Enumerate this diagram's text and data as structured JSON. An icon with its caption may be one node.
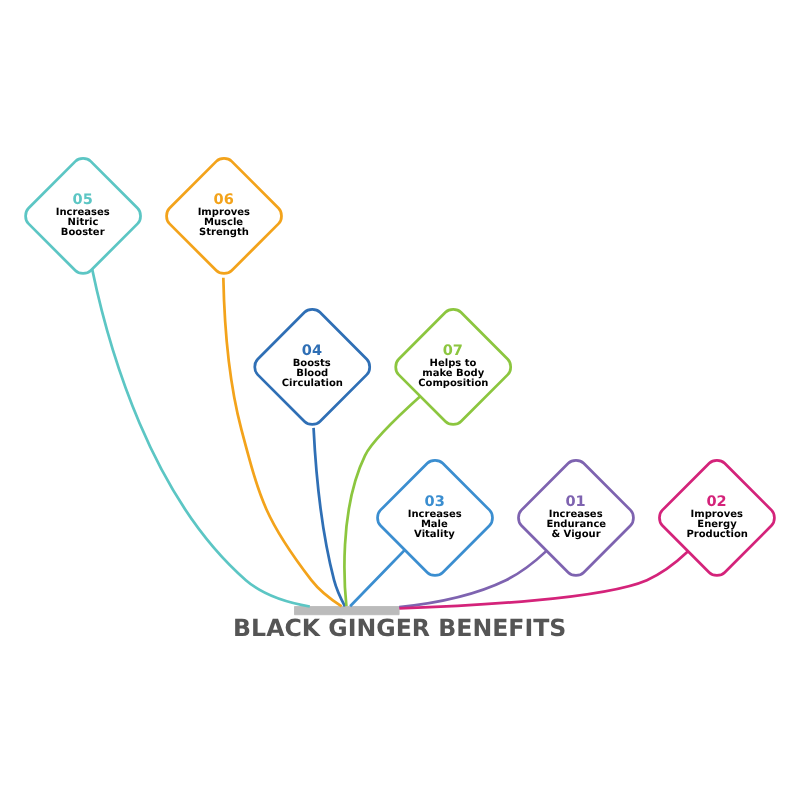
{
  "diagram": {
    "title": "BLACK GINGER BENEFITS",
    "nodes": [
      {
        "text": [
          "05",
          "Increases Nitric Booster"
        ]
      },
      {
        "text": [
          "06",
          "Improves Muscle Strength"
        ]
      },
      {
        "text": [
          "04",
          "Boosts Blood Circulation"
        ]
      },
      {
        "text": [
          "07",
          "Helps to make Body Composition"
        ]
      },
      {
        "text": [
          "03",
          "Increases Male Vitality"
        ]
      },
      {
        "text": [
          "01",
          "Increases Endurance & Vigour"
        ]
      },
      {
        "text": [
          "02",
          "Improves Energy Production"
        ]
      },
      {
        "text": [],
        "shape": "bar"
      }
    ],
    "edges": [
      {
        "from": 7,
        "to": 0,
        "arrow": "none",
        "color": "#5cc6c4"
      },
      {
        "from": 7,
        "to": 1,
        "arrow": "none",
        "color": "#f3a31b"
      },
      {
        "from": 7,
        "to": 2,
        "arrow": "none",
        "color": "#2f6fb5"
      },
      {
        "from": 7,
        "to": 3,
        "arrow": "none",
        "color": "#8cc63f"
      },
      {
        "from": 7,
        "to": 4,
        "arrow": "none",
        "color": "#3b8ed0"
      },
      {
        "from": 7,
        "to": 5,
        "arrow": "none",
        "color": "#7e63b0"
      },
      {
        "from": 7,
        "to": 6,
        "arrow": "none",
        "color": "#d4237a"
      }
    ]
  }
}
